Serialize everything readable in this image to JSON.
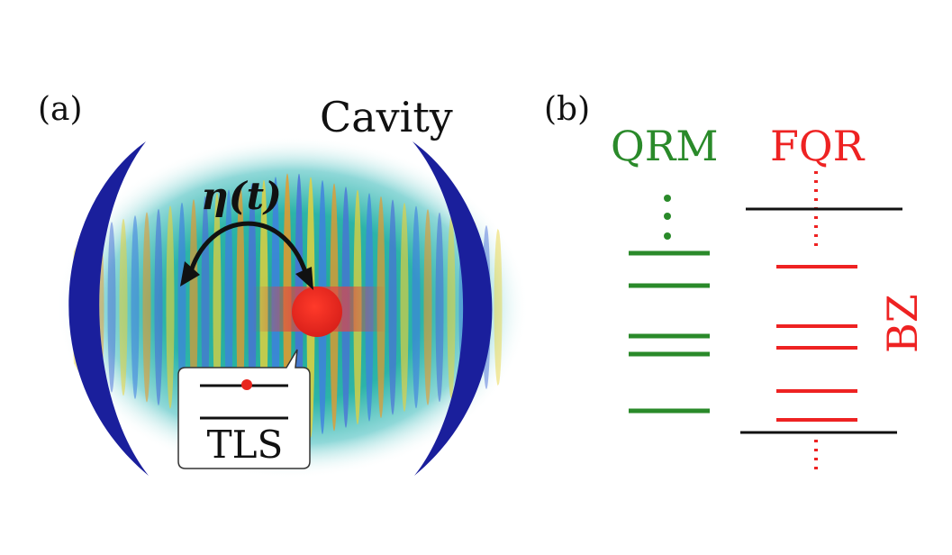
{
  "panel_a": {
    "label": "(a)",
    "cavity_label": "Cavity",
    "coupling_label": "η(t)",
    "tls_label": "TLS"
  },
  "panel_b": {
    "label": "(b)",
    "qrm_label": "QRM",
    "fqr_label": "FQR",
    "bz_label": "BZ"
  },
  "colors": {
    "mirror": "#1a1f9c",
    "qrm": "#2a8a2a",
    "fqr": "#ee2222",
    "black": "#111111",
    "atom": "#e8261e"
  }
}
